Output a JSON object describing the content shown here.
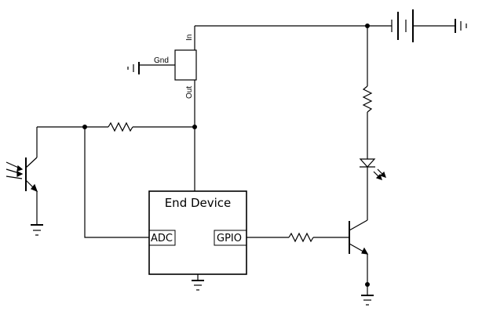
{
  "regulator": {
    "pin_in": "In",
    "pin_gnd": "Gnd",
    "pin_out": "Out"
  },
  "device": {
    "title": "End Device",
    "pin_adc": "ADC",
    "pin_gpio": "GPIO"
  },
  "colors": {
    "wire": "#000000",
    "background": "#ffffff"
  }
}
